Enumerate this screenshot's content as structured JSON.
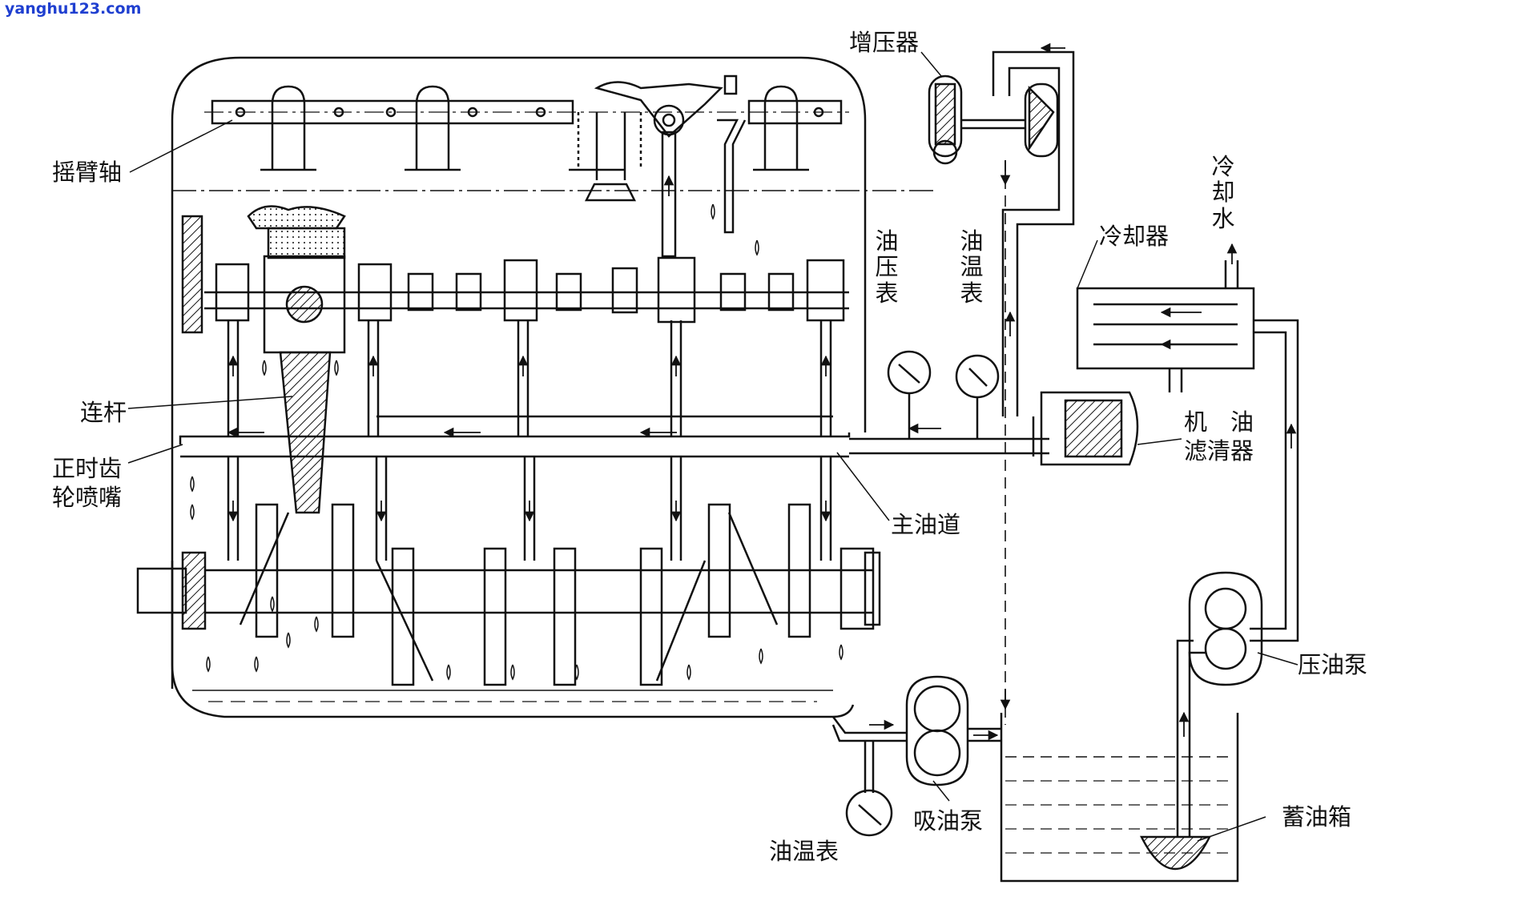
{
  "watermark": "yanghu123.com",
  "labels": {
    "rocker_shaft": "摇臂轴",
    "connecting_rod": "连杆",
    "timing_gear_nozzle_1": "正时齿",
    "timing_gear_nozzle_2": "轮喷嘴",
    "turbocharger": "增压器",
    "oil_pressure_gauge": "油压表",
    "oil_temp_gauge_top": "油温表",
    "cooler": "冷却器",
    "cooling_water": "冷却水",
    "oil_filter_1": "机　油",
    "oil_filter_2": "滤清器",
    "main_oil_gallery": "主油道",
    "pressure_pump": "压油泵",
    "suction_pump": "吸油泵",
    "oil_temp_gauge_bottom": "油温表",
    "oil_tank": "蓄油箱"
  },
  "colors": {
    "line": "#111111",
    "watermark": "#1f3fd0"
  }
}
